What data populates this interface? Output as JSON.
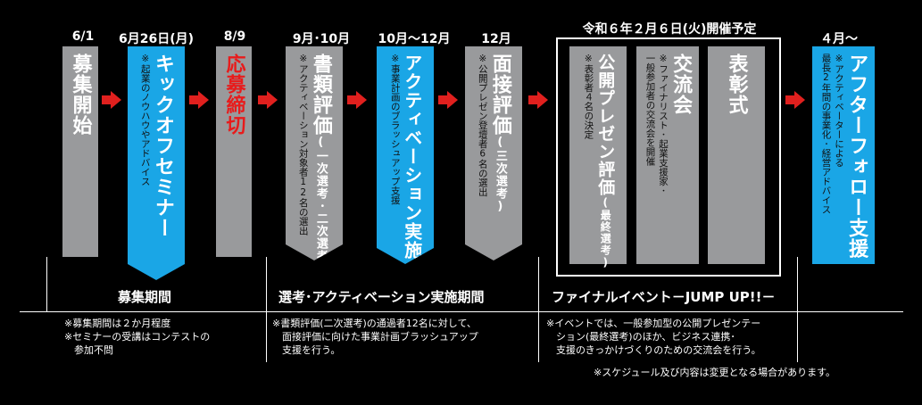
{
  "dates": [
    "6/1",
    "6月26日(月)",
    "8/9",
    "9月･10月",
    "10月～12月",
    "12月",
    "令和６年２月６日(火)開催予定",
    "４月～"
  ],
  "steps": [
    {
      "title": "募集開始"
    },
    {
      "title": "キックオフセミナー",
      "note": "※起業のノウハウやアドバイス"
    },
    {
      "title": "応募締切"
    },
    {
      "title": "書類評価",
      "paren": "(一次選考･二次選考)",
      "note": "※アクティベーション対象者12名の選出"
    },
    {
      "title": "アクティベーション実施",
      "note": "※事業計画のブラッシュアップ支援"
    },
    {
      "title": "面接評価",
      "paren": "(三次選考)",
      "note": "※公開プレゼン登壇者6名の選出"
    },
    {
      "title": "公開プレゼン評価",
      "paren": "(最終選考)",
      "note": "※表彰者４名の決定"
    },
    {
      "title": "交流会",
      "note1": "※ファイナリスト･起業支援家･",
      "note2": "一般参加者の交流会を開催"
    },
    {
      "title": "表彰式"
    },
    {
      "title": "アフターフォロー支援",
      "note1": "※アクティベーターによる",
      "note2": "最長2年間の事業化･経営アドバイス"
    }
  ],
  "periods": [
    "募集期間",
    "選考･アクティベーション実施期間",
    "ファイナルイベント－JUMP UP!!－"
  ],
  "notes": [
    "※募集期間は２か月程度\n※セミナーの受講はコンテストの\n　参加不問",
    "※書類評価(二次選考)の通過者12名に対して、\n　面接評価に向けた事業計画ブラッシュアップ\n　支援を行う。",
    "※イベントでは、一般参加型の公開プレゼンテー\n　ション(最終選考)のほか、ビジネス連携･\n　支援のきっかけづくりのための交流会を行う。"
  ],
  "footer": "※スケジュール及び内容は変更となる場合があります。"
}
